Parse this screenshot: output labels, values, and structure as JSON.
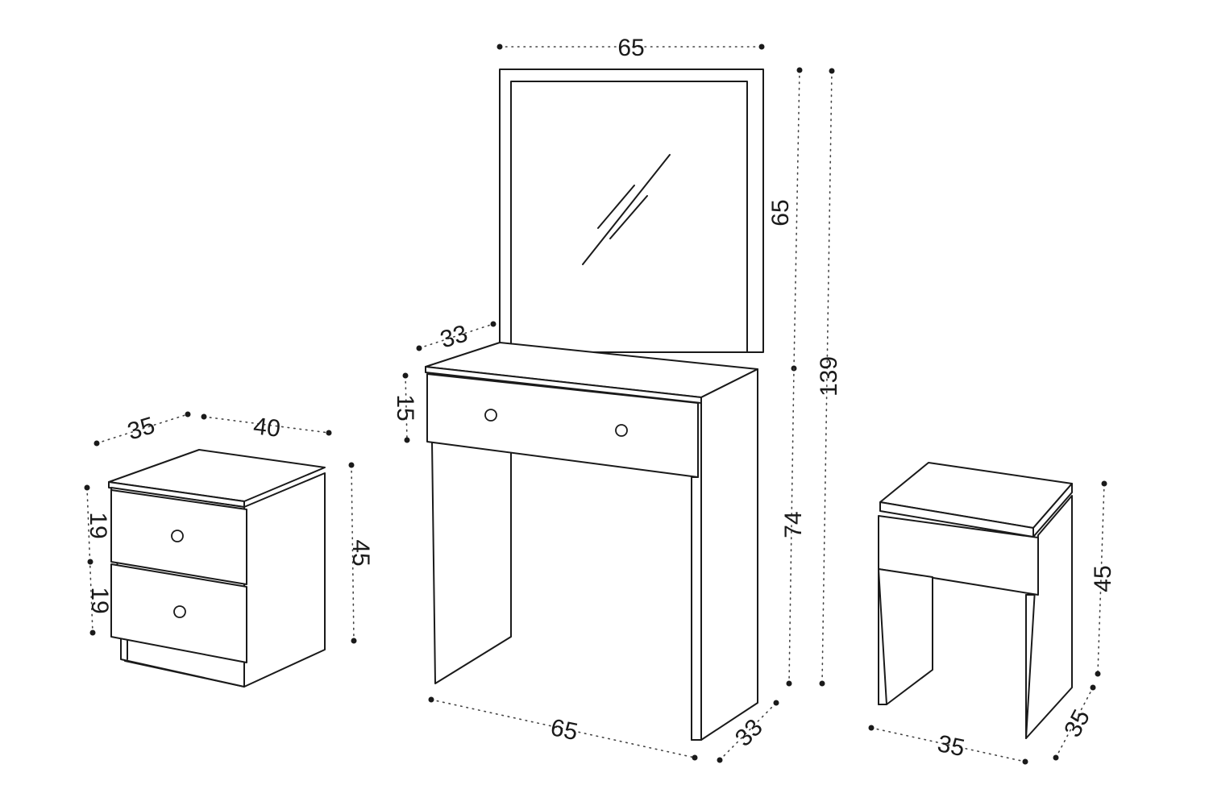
{
  "nightstand": {
    "depth": "35",
    "width": "40",
    "drawer_top": "19",
    "drawer_bottom": "19",
    "height": "45"
  },
  "vanity": {
    "mirror_width": "65",
    "depth_top": "33",
    "drawer_height": "15",
    "mirror_height": "65",
    "total_height": "139",
    "table_height": "74",
    "width": "65",
    "depth": "33"
  },
  "stool": {
    "height": "45",
    "width": "35",
    "depth": "35"
  }
}
